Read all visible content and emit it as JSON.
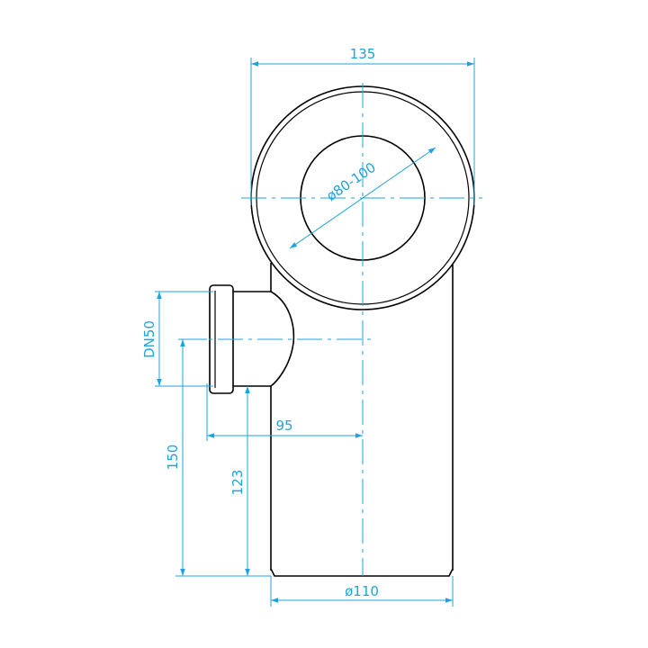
{
  "colors": {
    "outline": "#000000",
    "dimension": "#1fa3dc",
    "background": "#ffffff"
  },
  "dimensions": {
    "top_width": "135",
    "inlet_diameter": "ø80-100",
    "side_branch": "DN50",
    "branch_offset": "95",
    "branch_height": "150",
    "branch_height_inner": "123",
    "pipe_diameter": "ø110"
  }
}
